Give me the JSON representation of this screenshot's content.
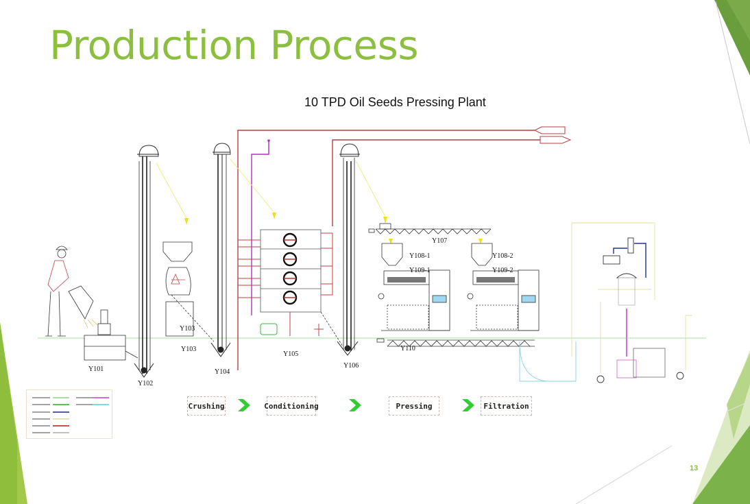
{
  "slide": {
    "title": "Production Process",
    "page_number": "13",
    "accent_color": "#8cbf3f"
  },
  "diagram": {
    "title": "10 TPD  Oil Seeds Pressing Plant",
    "equipment_labels": {
      "y101": "Y101",
      "y102": "Y102",
      "y103a": "Y103",
      "y103b": "Y103",
      "y104": "Y104",
      "y105": "Y105",
      "y106": "Y106",
      "y107": "Y107",
      "y108_1": "Y108-1",
      "y108_2": "Y108-2",
      "y109_1": "Y109-1",
      "y109_2": "Y109-2",
      "y110": "Y110"
    },
    "process_steps": [
      "Crushing",
      "Conditioning",
      "Pressing",
      "Filtration"
    ],
    "line_colors": {
      "ground": "#9fd89f",
      "steam_pipe": "#d04040",
      "feed": "#e8e860",
      "steam_supply": "#b030c0",
      "oil": "#e8e0a8",
      "air": "#203090",
      "water": "#88d0e0"
    },
    "legend_colors": [
      "#a8dca8",
      "#55c455",
      "#5a5aa0",
      "#e6e2b8",
      "#c85050",
      "#c0c0c0",
      "#d070d0",
      "#80dcdc"
    ]
  }
}
